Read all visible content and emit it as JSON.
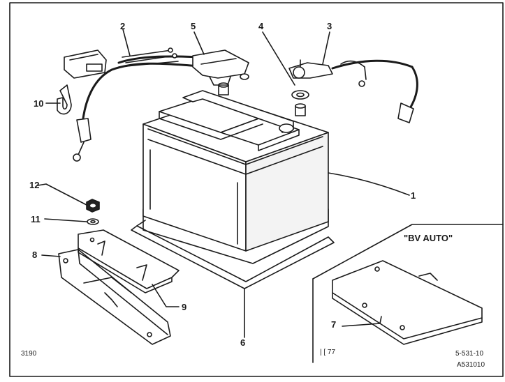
{
  "labels": {
    "p1": "1",
    "p2": "2",
    "p3": "3",
    "p4": "4",
    "p5": "5",
    "p6": "6",
    "p7": "7",
    "p8": "8",
    "p9": "9",
    "p10": "10",
    "p11": "11",
    "p12": "12"
  },
  "inset_title": "\"BV AUTO\"",
  "code_left": "3190",
  "code_right": "5-531-10",
  "code_bottom": "A531010",
  "code_center": "| [ 77"
}
